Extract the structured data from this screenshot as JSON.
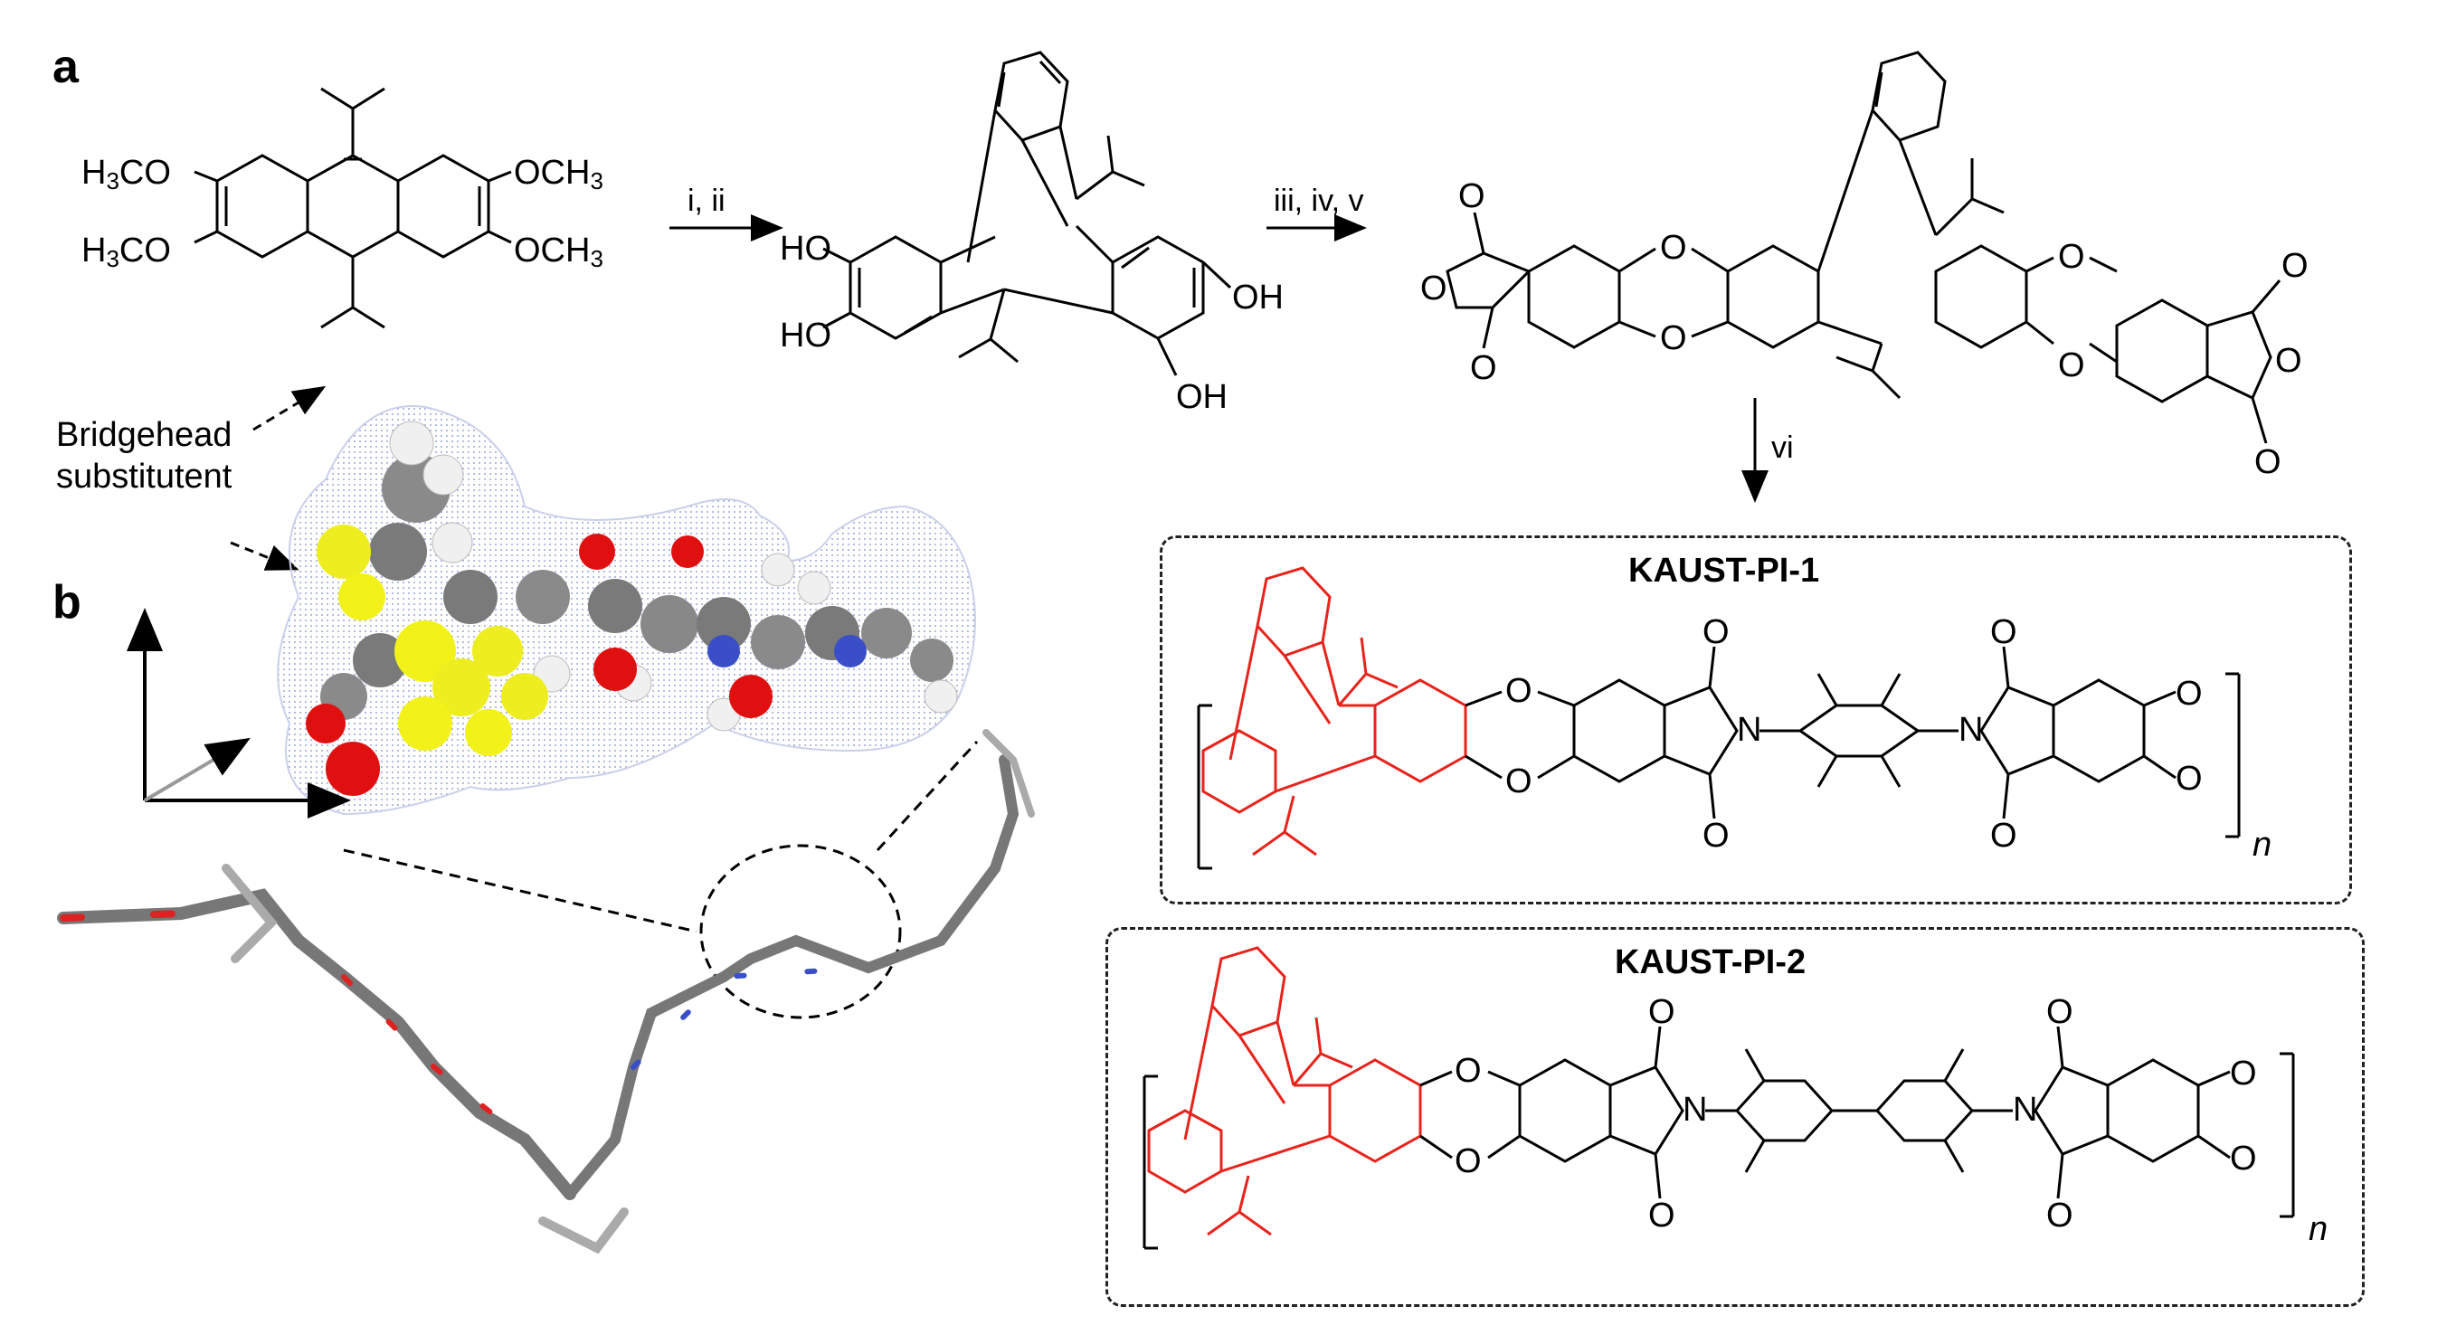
{
  "panels": {
    "a": "a",
    "b": "b"
  },
  "reagents": {
    "step1": "i, ii",
    "step2": "iii, iv, v",
    "step3": "vi"
  },
  "monomer": {
    "sub_tl": {
      "pre": "H",
      "num": "3",
      "post": "CO"
    },
    "sub_bl": {
      "pre": "H",
      "num": "3",
      "post": "CO"
    },
    "sub_tr": {
      "pre": "OCH",
      "num": "3"
    },
    "sub_br": {
      "pre": "OCH",
      "num": "3"
    }
  },
  "tetrol": {
    "oh": [
      "HO",
      "HO",
      "OH",
      "OH"
    ]
  },
  "dianhydride": {
    "o": [
      "O",
      "O",
      "O",
      "O",
      "O",
      "O",
      "O",
      "O",
      "O",
      "O"
    ]
  },
  "bridgehead_label": [
    "Bridgehead",
    "substitutent"
  ],
  "polymers": [
    {
      "name": "KAUST-PI-1",
      "n": "n",
      "N": [
        "N",
        "N"
      ],
      "O": [
        "O",
        "O",
        "O",
        "O",
        "O",
        "O",
        "O",
        "O"
      ]
    },
    {
      "name": "KAUST-PI-2",
      "n": "n",
      "N": [
        "N",
        "N"
      ],
      "O": [
        "O",
        "O",
        "O",
        "O",
        "O",
        "O",
        "O",
        "O"
      ]
    }
  ],
  "colors": {
    "highlight": "#e8231c",
    "line": "#000000",
    "oxygen": "#e01010",
    "sulfur_like": "#f2f21a",
    "carbon": "#7a7a7a",
    "hydrogen": "#f2f2f2",
    "nitrogen": "#3a4fc7",
    "surface_dots": "#9aa6d6"
  }
}
